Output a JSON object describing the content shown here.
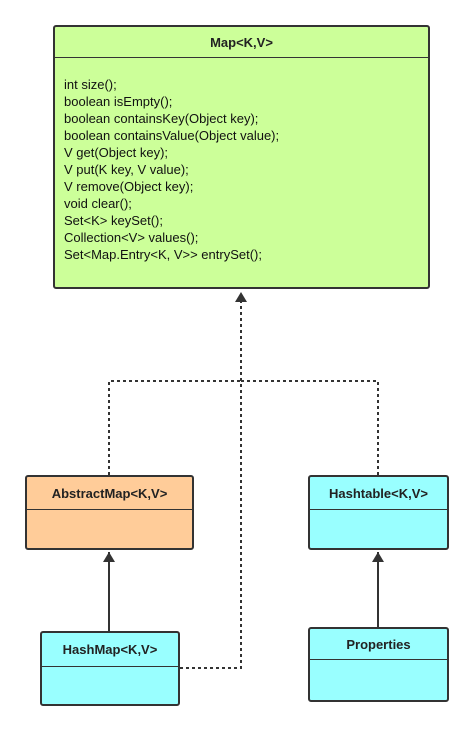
{
  "diagram": {
    "map": {
      "title": "Map<K,V>",
      "methods": [
        "int size();",
        "boolean isEmpty();",
        "boolean containsKey(Object key);",
        "boolean containsValue(Object value);",
        "V get(Object key);",
        "V put(K key, V value);",
        "V remove(Object key);",
        "void clear();",
        "Set<K> keySet();",
        "Collection<V> values();",
        "Set<Map.Entry<K, V>> entrySet();"
      ],
      "color": "#ccff99"
    },
    "abstract_map": {
      "title": "AbstractMap<K,V>",
      "color": "#ffcc99"
    },
    "hashtable": {
      "title": "Hashtable<K,V>",
      "color": "#99ffff"
    },
    "hashmap": {
      "title": "HashMap<K,V>",
      "color": "#99ffff"
    },
    "properties": {
      "title": "Properties",
      "color": "#99ffff"
    },
    "relations": [
      {
        "from": "AbstractMap<K,V>",
        "to": "Map<K,V>",
        "kind": "implements"
      },
      {
        "from": "Hashtable<K,V>",
        "to": "Map<K,V>",
        "kind": "implements"
      },
      {
        "from": "HashMap<K,V>",
        "to": "Map<K,V>",
        "kind": "implements"
      },
      {
        "from": "HashMap<K,V>",
        "to": "AbstractMap<K,V>",
        "kind": "extends"
      },
      {
        "from": "Properties",
        "to": "Hashtable<K,V>",
        "kind": "extends"
      }
    ]
  }
}
